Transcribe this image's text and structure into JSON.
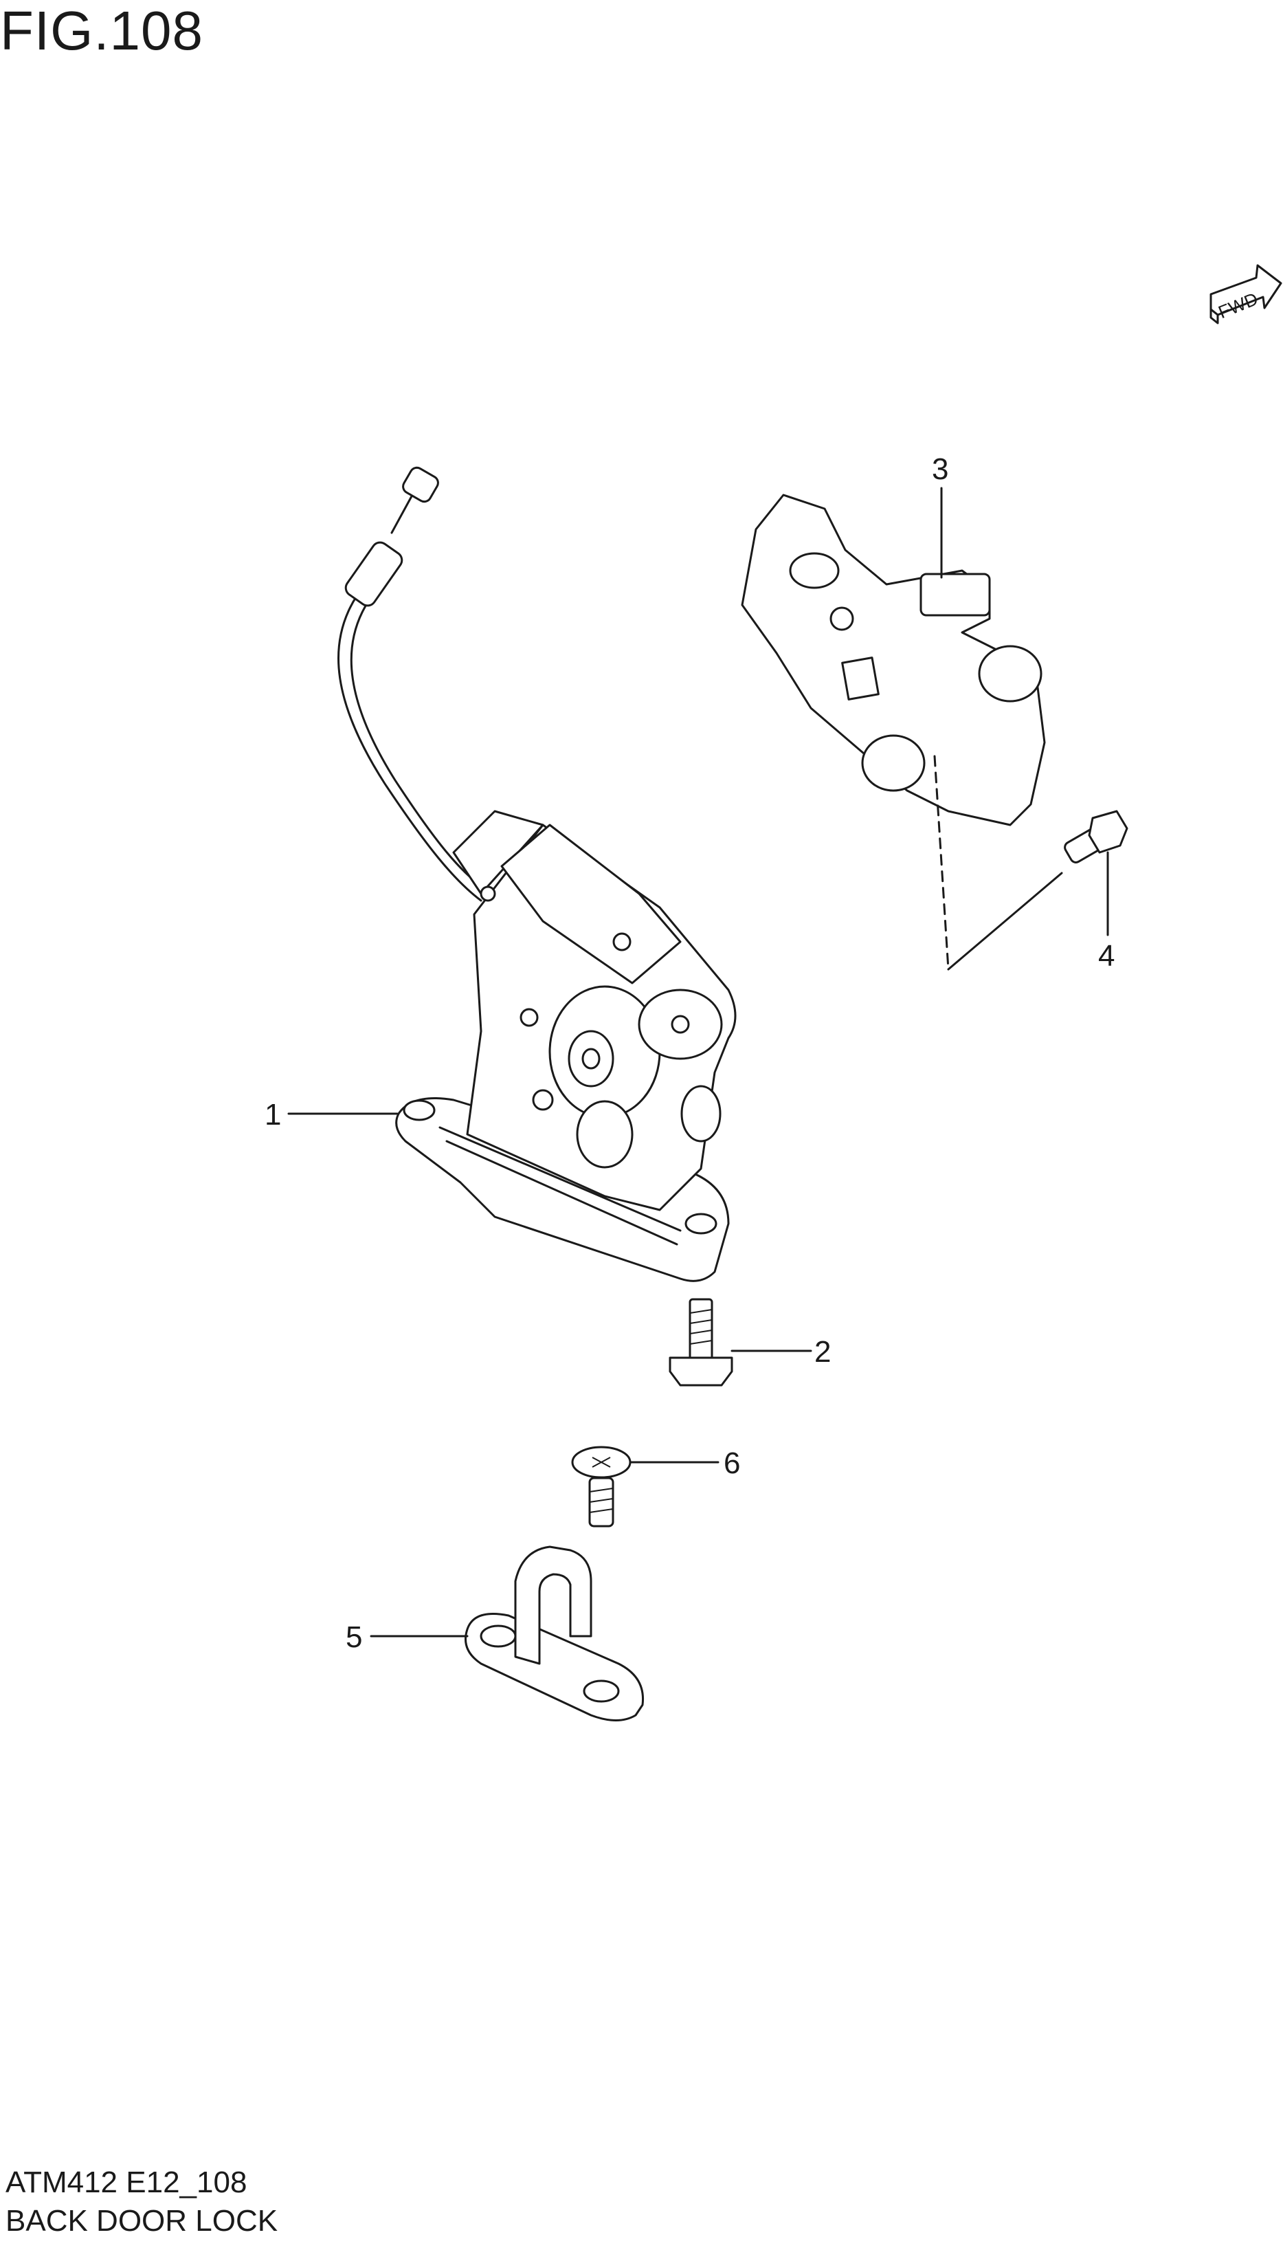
{
  "figure": {
    "title": "FIG.108",
    "code": "ATM412 E12_108",
    "name": "BACK DOOR LOCK",
    "fwd_label": "FWD"
  },
  "parts": [
    {
      "callout": "1"
    },
    {
      "callout": "2"
    },
    {
      "callout": "3"
    },
    {
      "callout": "4"
    },
    {
      "callout": "5"
    },
    {
      "callout": "6"
    }
  ]
}
